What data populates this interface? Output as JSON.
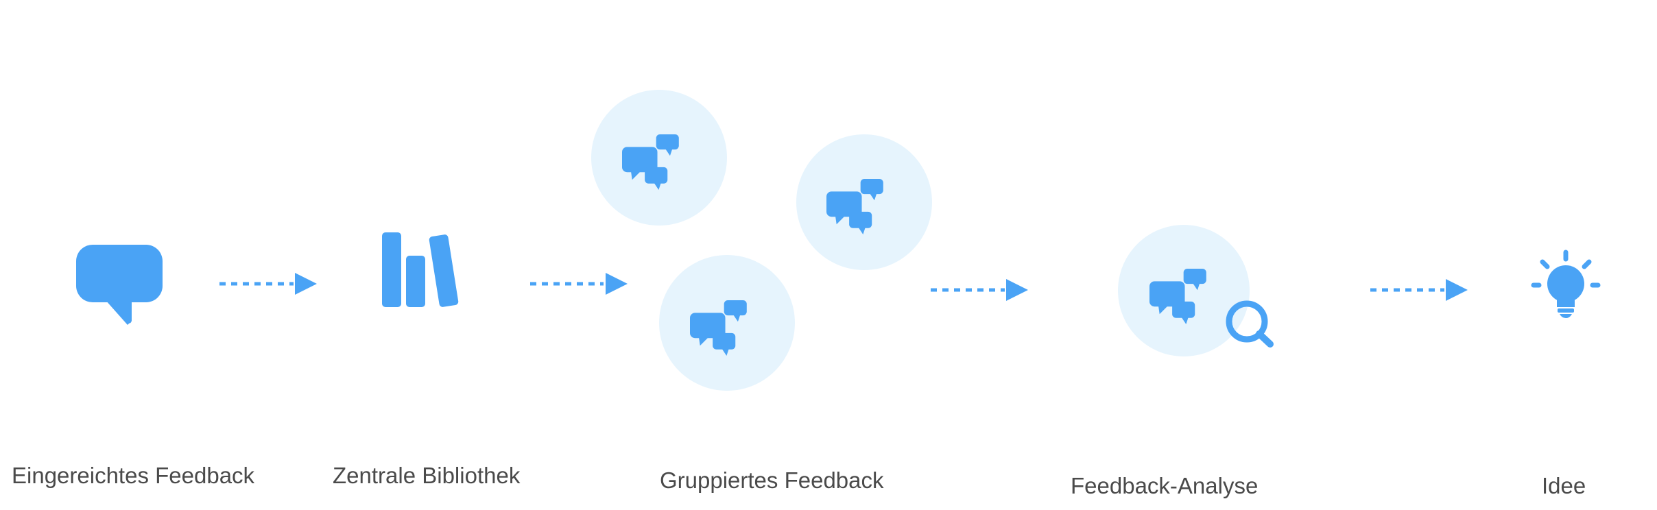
{
  "steps": [
    {
      "label": "Eingereichtes Feedback",
      "icon": "speech-bubble-icon"
    },
    {
      "label": "Zentrale Bibliothek",
      "icon": "library-books-icon"
    },
    {
      "label": "Gruppiertes Feedback",
      "icon": "grouped-chat-bubbles-icon"
    },
    {
      "label": "Feedback-Analyse",
      "icon": "chat-bubbles-magnifier-icon"
    },
    {
      "label": "Idee",
      "icon": "lightbulb-icon"
    }
  ],
  "colors": {
    "accent": "#4aa3f5",
    "circle_bg": "#e6f4fd",
    "label_text": "#4a4a4a",
    "background": "#ffffff"
  }
}
